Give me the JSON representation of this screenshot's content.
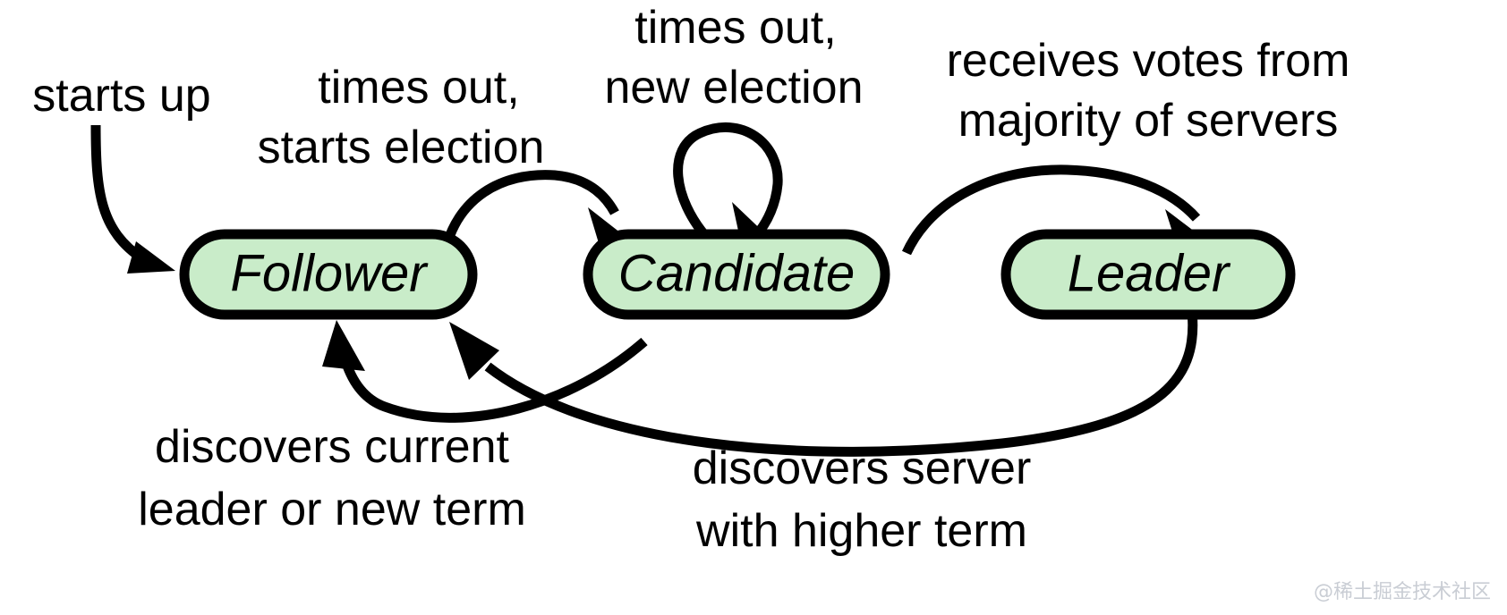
{
  "diagram": {
    "title": "Raft Server State Transition Diagram",
    "background_color": "#ffffff",
    "node_fill_color": "#c9ecc9",
    "node_stroke_color": "#000000",
    "edge_color": "#000000",
    "nodes": [
      {
        "id": "follower",
        "label": "Follower"
      },
      {
        "id": "candidate",
        "label": "Candidate"
      },
      {
        "id": "leader",
        "label": "Leader"
      }
    ],
    "labels": {
      "starts_up": "starts up",
      "times_out_starts_election_l1": "times out,",
      "times_out_starts_election_l2": "starts election",
      "times_out_new_election_l1": "times out,",
      "times_out_new_election_l2": "new election",
      "receives_votes_l1": "receives votes from",
      "receives_votes_l2": "majority of servers",
      "discovers_current_leader_l1": "discovers current",
      "discovers_current_leader_l2": "leader or new term",
      "discovers_server_l1": "discovers server",
      "discovers_server_l2": "with higher term"
    },
    "edges": [
      {
        "id": "start-to-follower",
        "from": "start",
        "to": "follower",
        "label": "starts up"
      },
      {
        "id": "follower-to-candidate",
        "from": "follower",
        "to": "candidate",
        "label": "times out, starts election"
      },
      {
        "id": "candidate-self-loop",
        "from": "candidate",
        "to": "candidate",
        "label": "times out, new election"
      },
      {
        "id": "candidate-to-leader",
        "from": "candidate",
        "to": "leader",
        "label": "receives votes from majority of servers"
      },
      {
        "id": "candidate-to-follower",
        "from": "candidate",
        "to": "follower",
        "label": "discovers current leader or new term"
      },
      {
        "id": "leader-to-follower",
        "from": "leader",
        "to": "follower",
        "label": "discovers server with higher term"
      }
    ],
    "watermark": "@稀土掘金技术社区"
  }
}
